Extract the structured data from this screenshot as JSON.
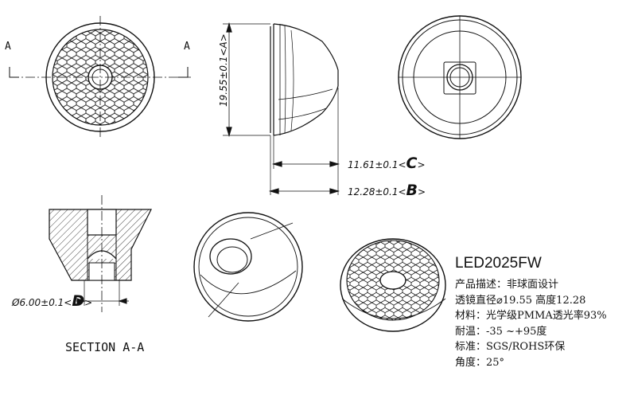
{
  "views": {
    "section_marker_left": "A",
    "section_marker_right": "A",
    "section_caption": "SECTION A-A"
  },
  "dimensions": {
    "diameter": {
      "text": "19.55±0.1<A>"
    },
    "height_c": {
      "text": "11.61±0.1<",
      "letter": "C",
      "tail": ">"
    },
    "height_b": {
      "text": "12.28±0.1<",
      "letter": "B",
      "tail": ">"
    },
    "bore": {
      "text": "Ø6.00±0.1<",
      "letter": "D",
      "tail": ">"
    }
  },
  "product": {
    "model": "LED2025FW",
    "specs": [
      "产品描述：非球面设计",
      "透镜直径⌀19.55 高度12.28",
      "材料：光学级PMMA透光率93%",
      "耐温：-35 ~+95度",
      "标准：SGS/ROHS环保",
      "角度：25°"
    ]
  },
  "colors": {
    "line": "#111111",
    "background": "#ffffff"
  }
}
